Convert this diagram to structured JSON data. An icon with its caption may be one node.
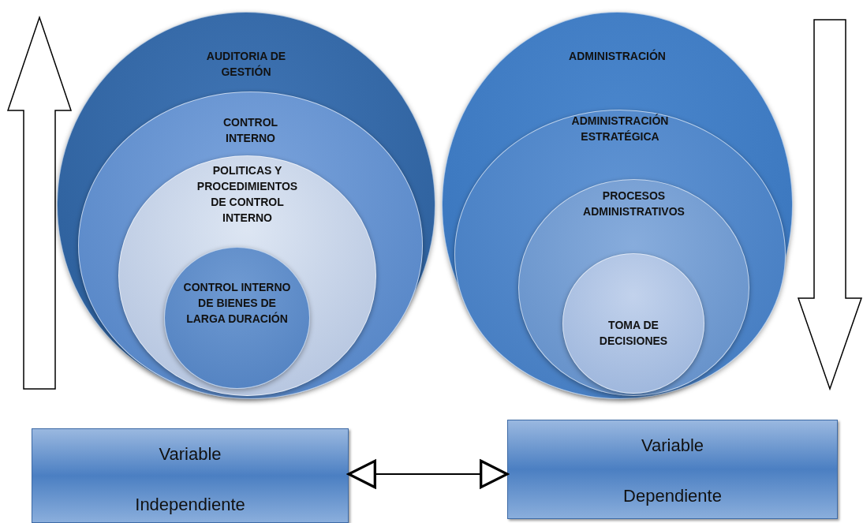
{
  "diagram": {
    "nodes": [
      {
        "text": [
          "AUDITORIA DE GESTIÓN"
        ]
      },
      {
        "text": [
          "CONTROL INTERNO"
        ],
        "in": 0
      },
      {
        "text": [
          "POLITICAS Y PROCEDIMIENTOS DE CONTROL INTERNO"
        ],
        "in": 1
      },
      {
        "text": [
          "CONTROL INTERNO DE BIENES DE LARGA DURACIÓN"
        ],
        "in": 2
      },
      {
        "text": [
          "ADMINISTRACIÓN"
        ]
      },
      {
        "text": [
          "ADMINISTRACIÓN ESTRATÉGICA"
        ],
        "in": 4
      },
      {
        "text": [
          "PROCESOS ADMINISTRATIVOS"
        ],
        "in": 5
      },
      {
        "text": [
          "TOMA DE DECISIONES"
        ],
        "in": 6
      },
      {
        "text": [
          "Variable Independiente"
        ]
      },
      {
        "text": [
          "Variable Dependiente"
        ]
      }
    ],
    "edges": [
      {
        "from": 8,
        "to": 9,
        "arrow": "both"
      }
    ]
  }
}
